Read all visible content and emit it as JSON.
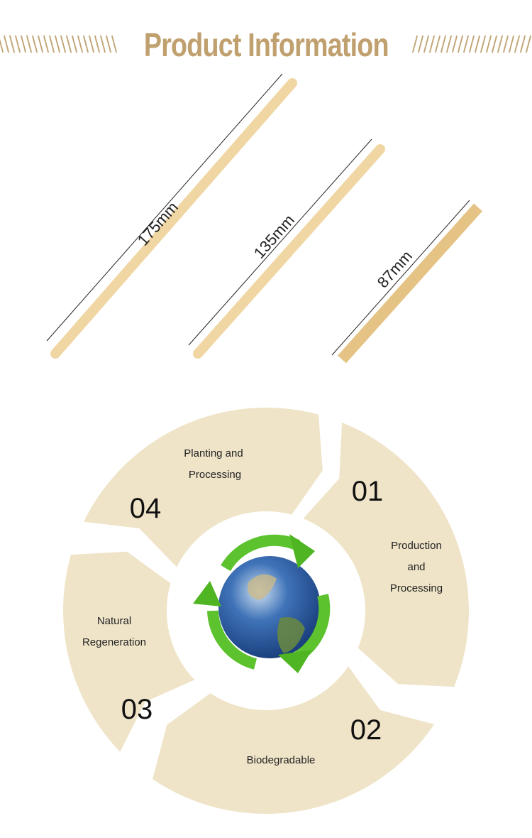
{
  "header": {
    "title": "Product Information"
  },
  "sticks": [
    {
      "length_label": "175mm"
    },
    {
      "length_label": "135mm"
    },
    {
      "length_label": "87mm"
    }
  ],
  "cycle": {
    "segments": [
      {
        "number": "01",
        "lines": [
          "Production",
          "and",
          "Processing"
        ]
      },
      {
        "number": "02",
        "lines": [
          "Biodegradable"
        ]
      },
      {
        "number": "03",
        "lines": [
          "Natural",
          "Regeneration"
        ]
      },
      {
        "number": "04",
        "lines": [
          "Planting and",
          "Processing"
        ]
      }
    ],
    "center_icon": "earth-recycle-icon"
  },
  "colors": {
    "accent": "#bfa06e",
    "ring": "#efe4c8",
    "wood": "#f0d9a8",
    "recycle": "#5cc22e",
    "earth": "#2f5fa8"
  }
}
